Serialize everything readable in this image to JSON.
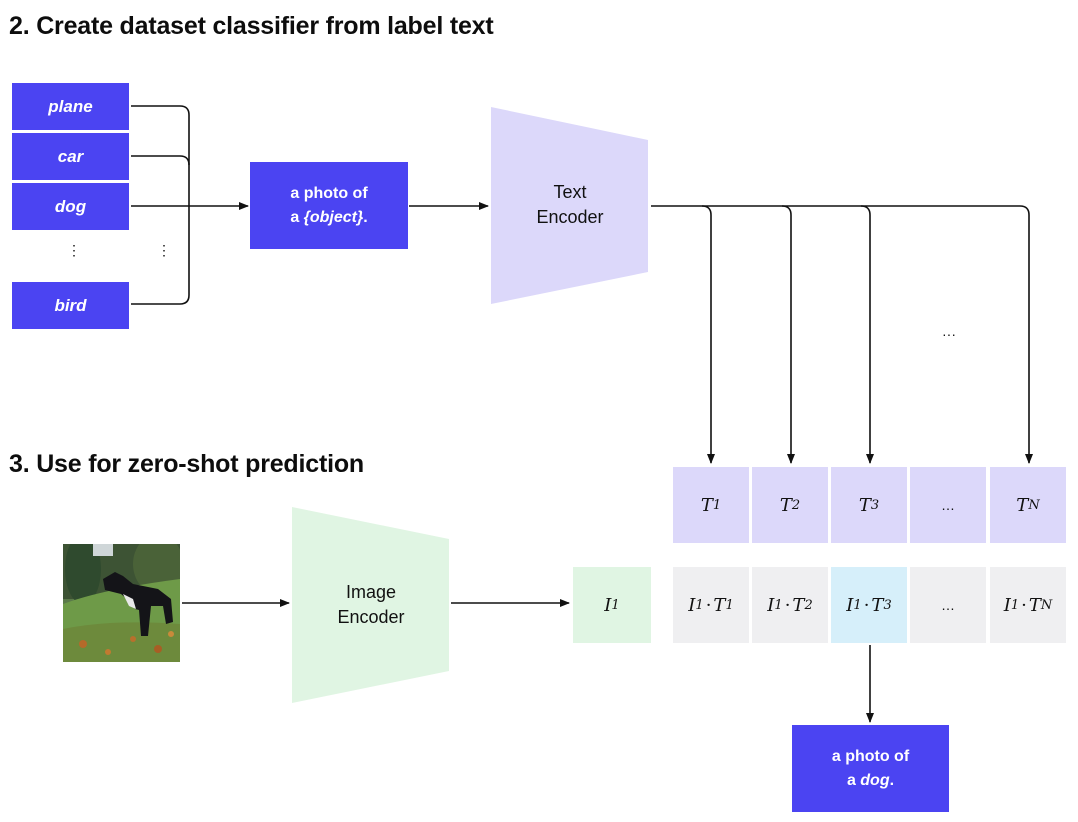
{
  "step2": {
    "heading": "2. Create dataset classifier from label text",
    "labels": [
      "plane",
      "car",
      "dog",
      "bird"
    ],
    "ellipsis_vertical": "⋮",
    "prompt_template": {
      "line1": "a photo of",
      "line2_prefix": "a ",
      "line2_object": "{object}",
      "line2_suffix": "."
    },
    "text_encoder": {
      "line1": "Text",
      "line2": "Encoder"
    },
    "ellipsis_horizontal": "···"
  },
  "step3": {
    "heading": "3. Use for zero-shot prediction",
    "input_image": {
      "description": "photo of a black dog standing on grass"
    },
    "image_encoder": {
      "line1": "Image",
      "line2": "Encoder"
    },
    "image_embedding": {
      "symbol": "I",
      "sub": "1"
    },
    "text_embeddings": [
      {
        "symbol": "T",
        "sub": "1"
      },
      {
        "symbol": "T",
        "sub": "2"
      },
      {
        "symbol": "T",
        "sub": "3"
      },
      {
        "symbol": "…",
        "sub": ""
      },
      {
        "symbol": "T",
        "sub": "N"
      }
    ],
    "similarities": [
      {
        "a": "I",
        "a_sub": "1",
        "b": "T",
        "b_sub": "1",
        "highlight": false
      },
      {
        "a": "I",
        "a_sub": "1",
        "b": "T",
        "b_sub": "2",
        "highlight": false
      },
      {
        "a": "I",
        "a_sub": "1",
        "b": "T",
        "b_sub": "3",
        "highlight": true
      },
      {
        "ellipsis": "…",
        "highlight": false
      },
      {
        "a": "I",
        "a_sub": "1",
        "b": "T",
        "b_sub": "N",
        "highlight": false
      }
    ],
    "prediction": {
      "line1": "a photo of",
      "line2_prefix": "a ",
      "line2_object": "dog",
      "line2_suffix": "."
    }
  },
  "colors": {
    "label_blue": "#4b44f2",
    "text_encoder": "#dcd8fa",
    "image_encoder": "#e0f5e3",
    "similarity_cell": "#efeff1",
    "highlight_cell": "#d6effa"
  }
}
